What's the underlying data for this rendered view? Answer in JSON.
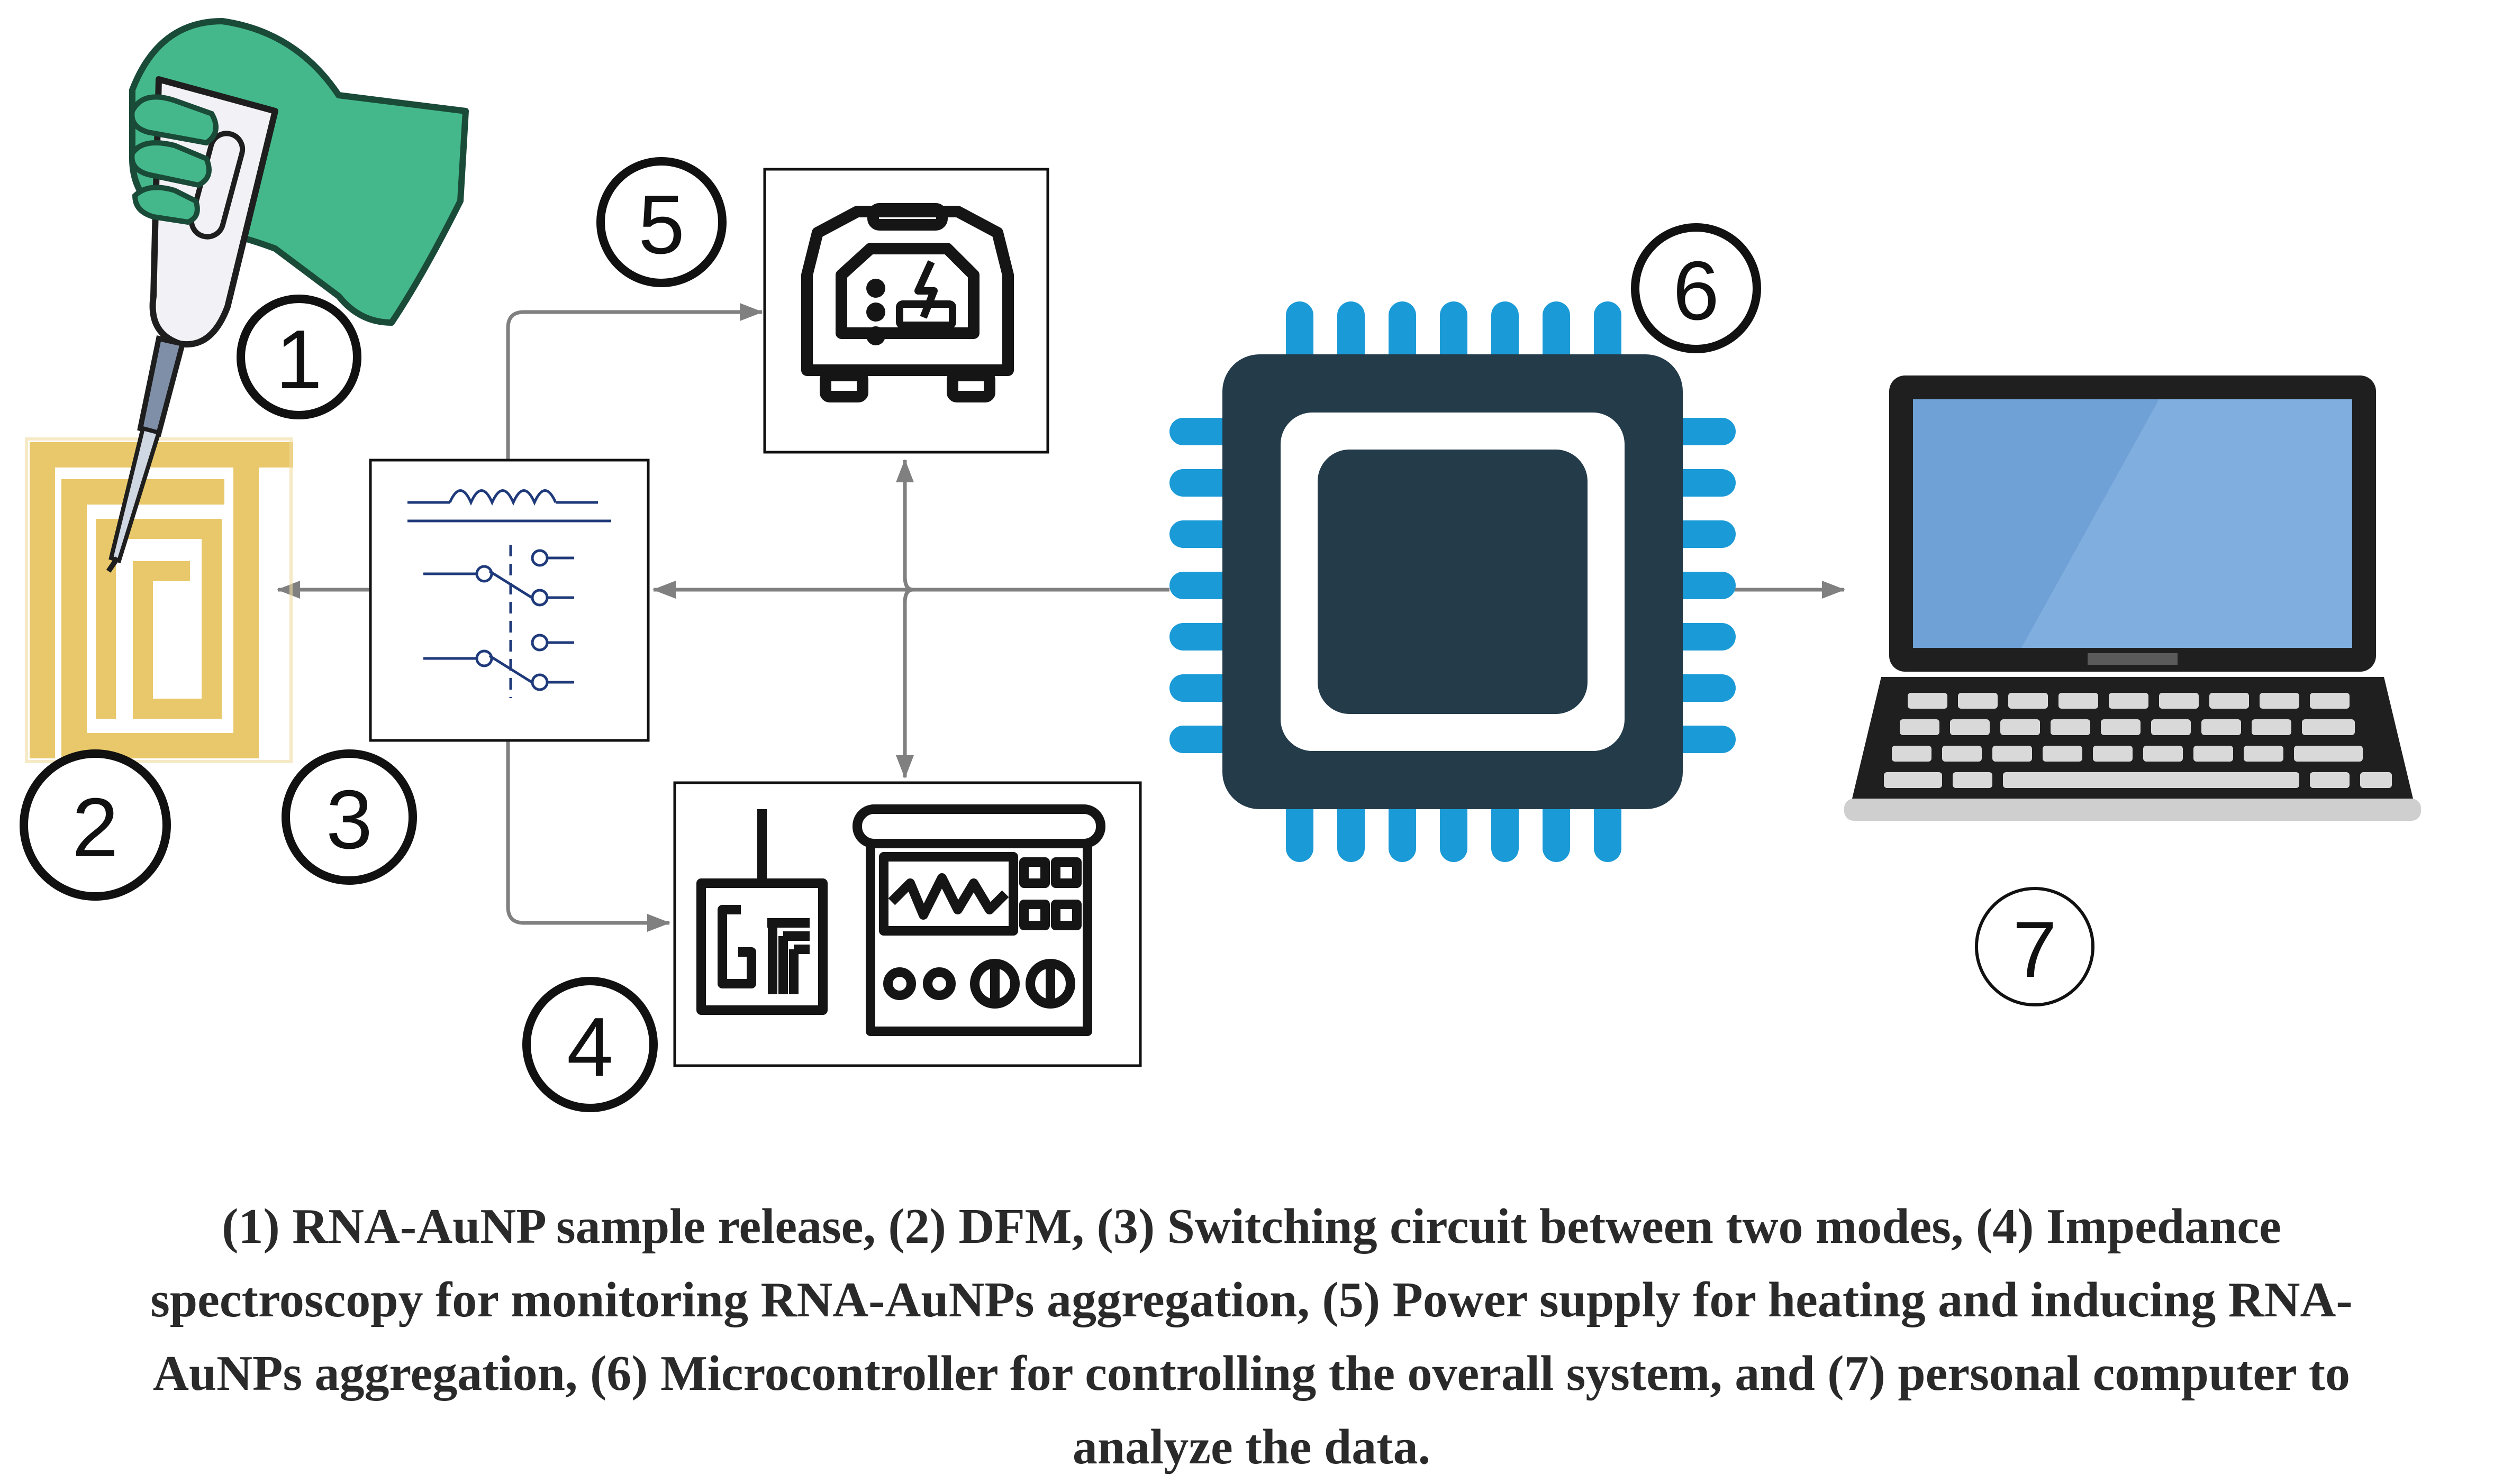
{
  "labels": {
    "n1": "1",
    "n2": "2",
    "n3": "3",
    "n4": "4",
    "n5": "5",
    "n6": "6",
    "n7": "7"
  },
  "caption": {
    "lines": [
      "(1) RNA-AuNP sample release, (2) DFM, (3) Switching circuit between two modes, (4) Impedance",
      "spectroscopy for monitoring RNA-AuNPs aggregation, (5) Power supply for heating and inducing RNA-",
      "AuNPs aggregation, (6) Microcontroller for controlling the overall system, and (7) personal computer to",
      "analyze the data."
    ]
  },
  "colors": {
    "glove": "#45b88b",
    "electrode_gold": "#e8c86a",
    "chip_body": "#243b4a",
    "chip_pins": "#1a9ad6",
    "laptop_screen": "#6fa0d6",
    "laptop_body": "#1f1f1f",
    "arrows": "#808080"
  },
  "icons": [
    "pipette-icon",
    "interdigitated-electrode-icon",
    "switching-circuit-icon",
    "power-supply-icon",
    "impedance-analyzer-icon",
    "microcontroller-chip-icon",
    "laptop-icon"
  ]
}
